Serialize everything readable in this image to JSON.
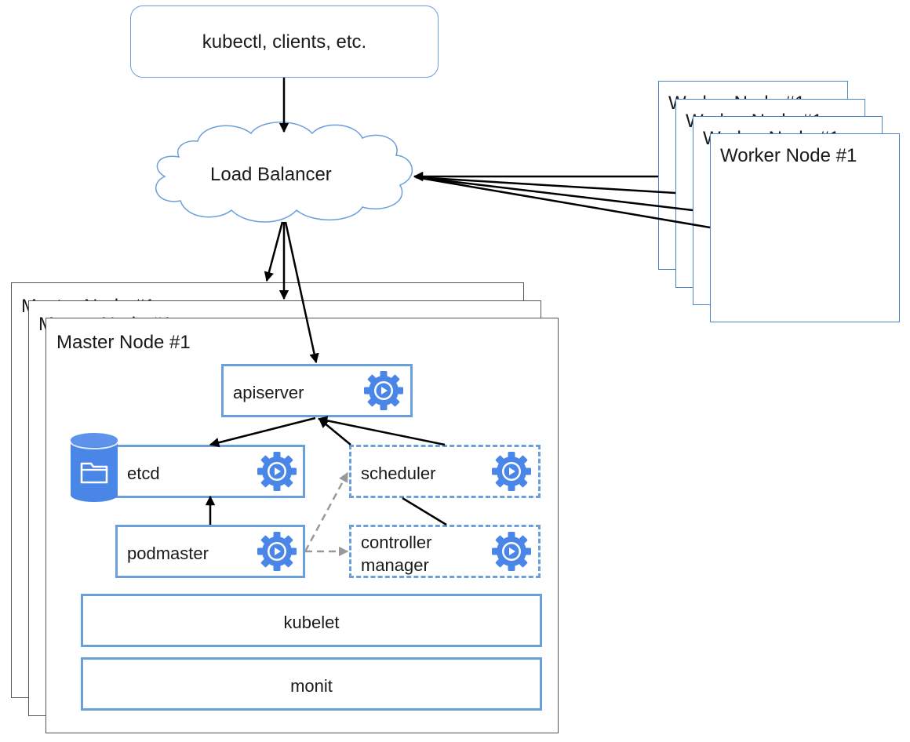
{
  "clients": {
    "label": "kubectl, clients, etc."
  },
  "load_balancer": {
    "label": "Load Balancer"
  },
  "worker_nodes": [
    {
      "label": "Worker Node #1"
    },
    {
      "label": "Worker Node #1"
    },
    {
      "label": "Worker Node #1"
    },
    {
      "label": "Worker Node #1"
    }
  ],
  "master_nodes": [
    {
      "label": "Master Node #1"
    },
    {
      "label": "Master Node #1"
    },
    {
      "label": "Master Node #1"
    }
  ],
  "components": {
    "apiserver": "apiserver",
    "etcd": "etcd",
    "scheduler": "scheduler",
    "controller_manager_line1": "controller",
    "controller_manager_line2": "manager",
    "podmaster": "podmaster",
    "kubelet": "kubelet",
    "monit": "monit"
  },
  "colors": {
    "component_border": "#6a9fdc",
    "icon_blue": "#4a86e8",
    "arrow": "#000000",
    "dashed_arrow": "#999999"
  },
  "icons": {
    "component": "gear-play-icon",
    "database": "database-folder-icon"
  }
}
